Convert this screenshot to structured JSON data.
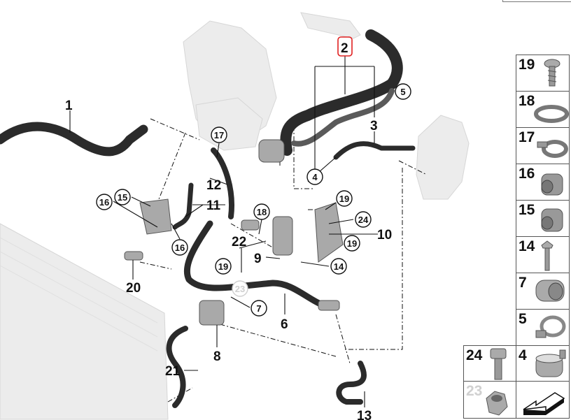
{
  "diagram": {
    "selected_callout": "2",
    "callouts": {
      "c1": "1",
      "c2": "2",
      "c3": "3",
      "c4": "4",
      "c5": "5",
      "c6": "6",
      "c7": "7",
      "c8": "8",
      "c9": "9",
      "c10": "10",
      "c11": "11",
      "c12": "12",
      "c13": "13",
      "c14": "14",
      "c15": "15",
      "c16a": "16",
      "c16b": "16",
      "c17": "17",
      "c18": "18",
      "c19a": "19",
      "c19b": "19",
      "c19c": "19",
      "c20": "20",
      "c21": "21",
      "c22": "22",
      "c23": "23",
      "c24": "24"
    },
    "colors": {
      "highlight": "#e02020",
      "hose": "#2b2b2b",
      "faded": "#d0d0d0"
    }
  },
  "parts_panel": {
    "items": [
      {
        "label": "19",
        "icon": "screw-icon"
      },
      {
        "label": "18",
        "icon": "hose-clamp-icon"
      },
      {
        "label": "17",
        "icon": "clamp-icon"
      },
      {
        "label": "16",
        "icon": "connector-icon"
      },
      {
        "label": "15",
        "icon": "connector-icon"
      },
      {
        "label": "14",
        "icon": "bolt-icon"
      },
      {
        "label": "7",
        "icon": "clip-icon"
      },
      {
        "label": "5",
        "icon": "clamp-icon"
      },
      {
        "label": "24",
        "icon": "hex-bolt-icon"
      },
      {
        "label": "4",
        "icon": "bracket-clamp-icon"
      },
      {
        "label": "23",
        "icon": "hex-nut-icon"
      }
    ],
    "nav_icon": "arrow-icon"
  }
}
